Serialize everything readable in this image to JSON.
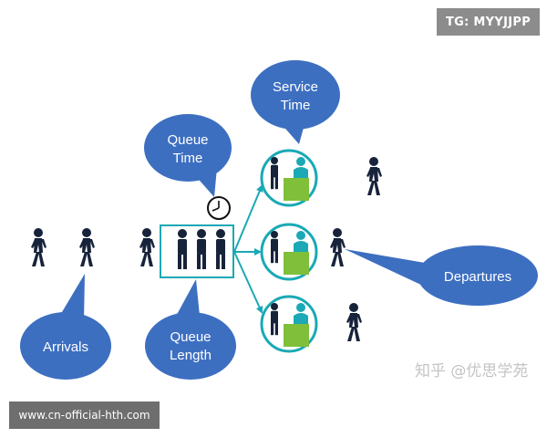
{
  "watermark_tag": "TG: MYYJJPP",
  "footer_url": "www.cn-official-hth.com",
  "source_watermark": "知乎 @优思学苑",
  "bubbles": {
    "service_time": [
      "Service",
      "Time"
    ],
    "queue_time": [
      "Queue",
      "Time"
    ],
    "arrivals": [
      "Arrivals"
    ],
    "queue_length": [
      "Queue",
      "Length"
    ],
    "departures": [
      "Departures"
    ]
  },
  "icons": {
    "clock": "clock-icon",
    "person": "walking-person-icon",
    "server": "service-desk-icon"
  },
  "colors": {
    "bubble": "#3d6fc1",
    "teal": "#1aa9b5",
    "person": "#17233a",
    "desk": "#7fbf3a"
  }
}
